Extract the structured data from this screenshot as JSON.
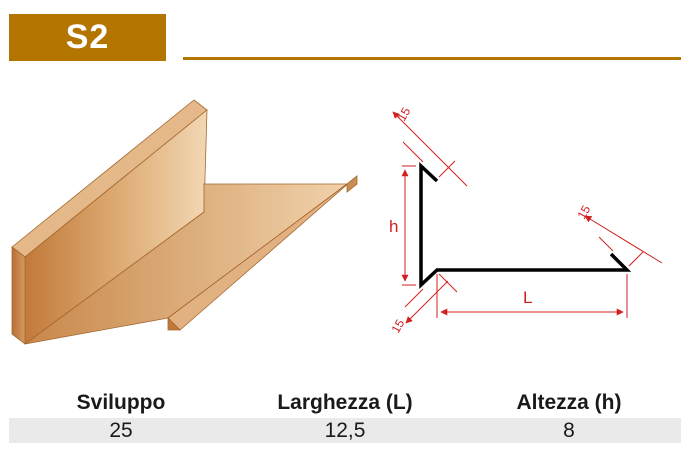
{
  "header": {
    "code": "S2"
  },
  "diagram": {
    "label_h": "h",
    "label_L": "L",
    "label_hem": "15",
    "profile_color": "#d4a070",
    "dimension_color": "#d02020"
  },
  "specs": {
    "headers": [
      "Sviluppo",
      "Larghezza (L)",
      "Altezza (h)"
    ],
    "values": [
      "25",
      "12,5",
      "8"
    ]
  }
}
